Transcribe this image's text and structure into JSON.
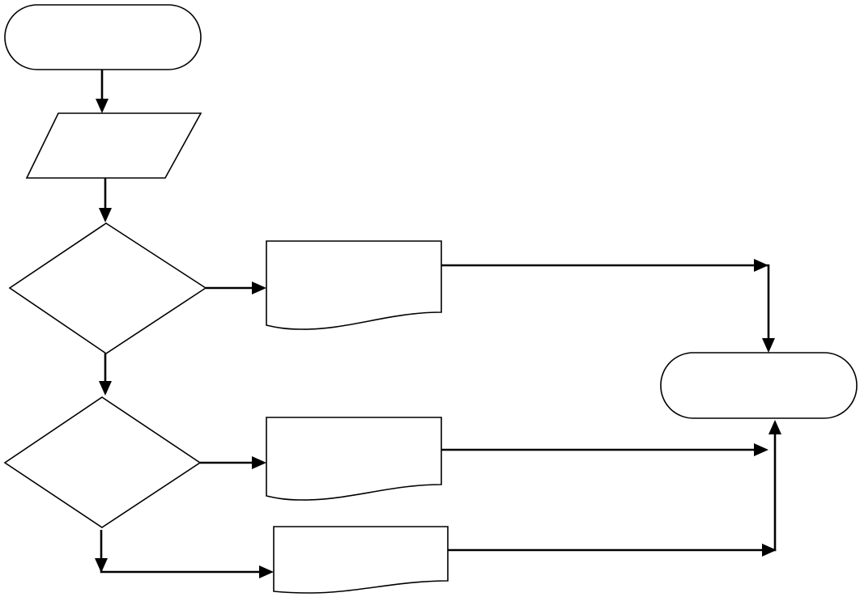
{
  "diagram": {
    "type": "flowchart",
    "colors": {
      "stroke": "#000000",
      "fill": "#ffffff",
      "background": "#ffffff"
    },
    "nodes": [
      {
        "id": "start",
        "shape": "terminator",
        "label": ""
      },
      {
        "id": "input",
        "shape": "parallelogram",
        "label": ""
      },
      {
        "id": "decision-1",
        "shape": "diamond",
        "label": ""
      },
      {
        "id": "decision-2",
        "shape": "diamond",
        "label": ""
      },
      {
        "id": "document-1",
        "shape": "document",
        "label": ""
      },
      {
        "id": "document-2",
        "shape": "document",
        "label": ""
      },
      {
        "id": "document-3",
        "shape": "document",
        "label": ""
      },
      {
        "id": "end",
        "shape": "terminator",
        "label": ""
      }
    ],
    "edges": [
      {
        "from": "start",
        "to": "input"
      },
      {
        "from": "input",
        "to": "decision-1"
      },
      {
        "from": "decision-1",
        "to": "document-1"
      },
      {
        "from": "decision-1",
        "to": "decision-2"
      },
      {
        "from": "decision-2",
        "to": "document-2"
      },
      {
        "from": "decision-2",
        "to": "document-3"
      },
      {
        "from": "document-1",
        "to": "end"
      },
      {
        "from": "document-2",
        "to": "end"
      },
      {
        "from": "document-3",
        "to": "end"
      }
    ]
  }
}
